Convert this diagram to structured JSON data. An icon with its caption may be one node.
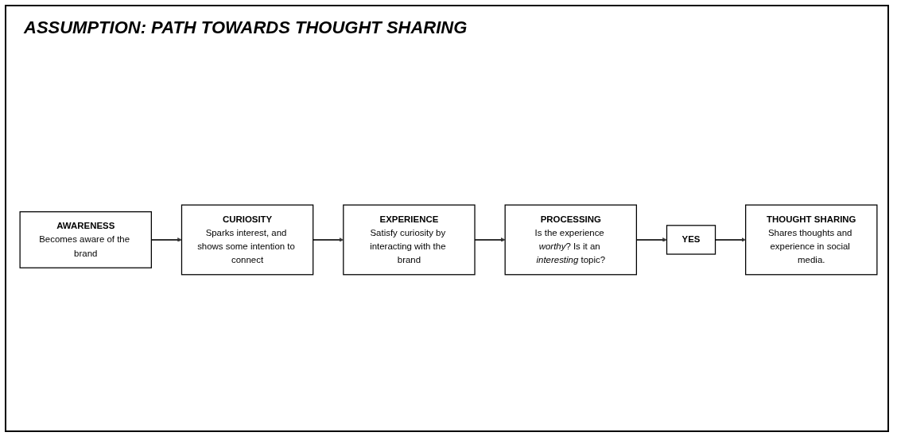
{
  "diagram": {
    "title": "ASSUMPTION: PATH TOWARDS THOUGHT SHARING",
    "nodes": [
      {
        "text": [
          "AWARENESS",
          "Becomes aware of the brand"
        ]
      },
      {
        "text": [
          "CURIOSITY",
          "Sparks interest, and shows some intention to connect"
        ]
      },
      {
        "text": [
          "EXPERIENCE",
          "Satisfy curiosity by interacting with the brand"
        ]
      },
      {
        "text": [
          "PROCESSING",
          "Is the experience *worthy*? Is it an *interesting* topic?"
        ]
      },
      {
        "text": [
          "YES"
        ]
      },
      {
        "text": [
          "THOUGHT SHARING",
          "Shares thoughts and experience in social media."
        ]
      }
    ],
    "edges": [
      {
        "from": 0,
        "to": 1,
        "arrow": "to"
      },
      {
        "from": 1,
        "to": 2,
        "arrow": "to"
      },
      {
        "from": 2,
        "to": 3,
        "arrow": "to"
      },
      {
        "from": 3,
        "to": 4,
        "arrow": "to"
      },
      {
        "from": 4,
        "to": 5,
        "arrow": "to"
      }
    ]
  }
}
